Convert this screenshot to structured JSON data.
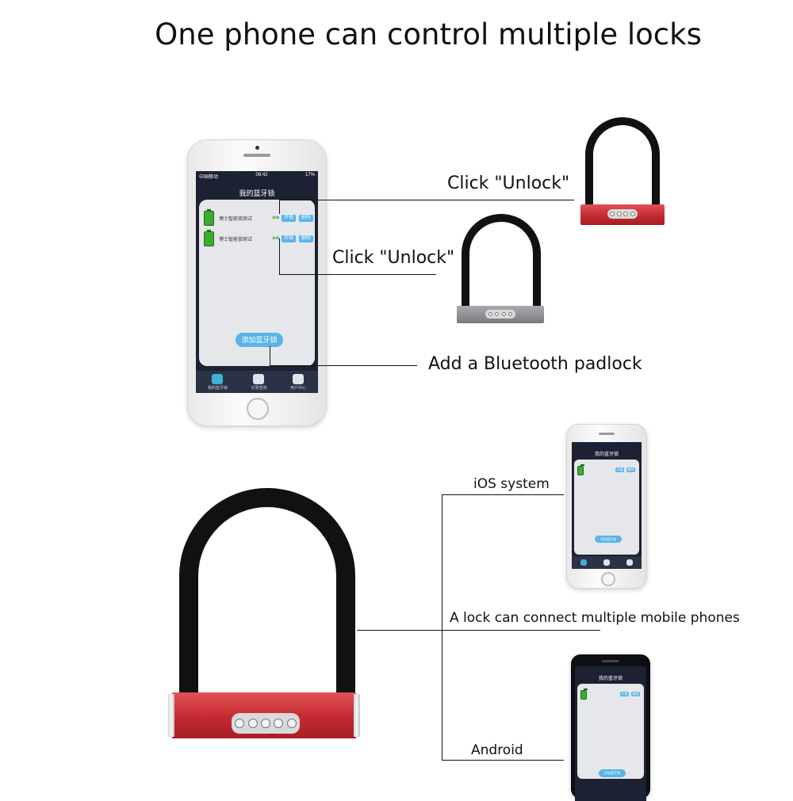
{
  "title": "One phone can control multiple locks",
  "callouts": {
    "unlock_1": "Click \"Unlock\"",
    "unlock_2": "Click \"Unlock\"",
    "add_padlock": "Add a Bluetooth padlock",
    "ios": "iOS system",
    "multi_phones": "A lock can connect multiple mobile phones",
    "android": "Android"
  },
  "phone_app": {
    "status_left": "中国移动",
    "status_time": "08:42",
    "status_right": "17%",
    "app_title": "我的蓝牙锁",
    "locks": [
      {
        "name": "博士智能锁测试",
        "unlock_label": "开锁",
        "delete_label": "删除"
      },
      {
        "name": "博士智能锁测试",
        "unlock_label": "开锁",
        "delete_label": "删除"
      }
    ],
    "add_button": "添加蓝牙锁",
    "tabs": [
      {
        "label": "我的蓝牙锁",
        "icon": "lock-icon"
      },
      {
        "label": "记录查询",
        "icon": "record-icon"
      },
      {
        "label": "用户中心",
        "icon": "user-icon"
      }
    ]
  },
  "colors": {
    "lock_red": "#c32a31",
    "lock_grey": "#8c8e92",
    "app_bg": "#1c2233",
    "button_blue": "#58b4ea",
    "battery_green": "#3cab2f"
  }
}
